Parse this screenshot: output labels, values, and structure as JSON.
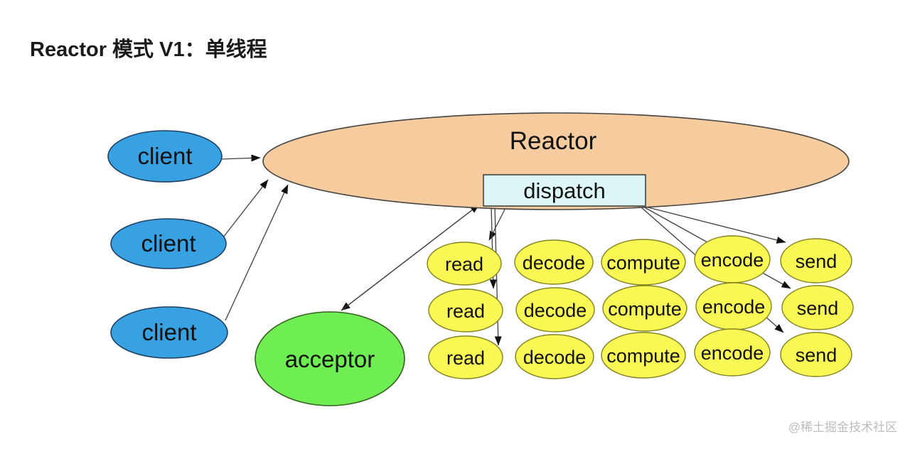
{
  "title": "Reactor 模式 V1：单线程",
  "watermark": "@稀土掘金技术社区",
  "diagram": {
    "reactor": "Reactor",
    "dispatch": "dispatch",
    "acceptor": "acceptor",
    "clients": [
      "client",
      "client",
      "client"
    ],
    "stages": [
      "read",
      "decode",
      "compute",
      "encode",
      "send"
    ],
    "pipeline_rows": 3,
    "connections": [
      "client → Reactor",
      "client → Reactor",
      "client → Reactor",
      "dispatch ↔ acceptor",
      "dispatch → read (row 1)",
      "dispatch → read (row 2)",
      "dispatch → read (row 3)",
      "dispatch → send (row 1)",
      "dispatch → send (row 2)",
      "dispatch → send (row 3)"
    ]
  },
  "colors": {
    "reactor_fill": "#f6cc9e",
    "dispatch_fill": "#ddf6f7",
    "client_fill": "#38a1e2",
    "acceptor_fill": "#6fee54",
    "stage_fill": "#f8f754",
    "edge": "#3f3f3f"
  }
}
